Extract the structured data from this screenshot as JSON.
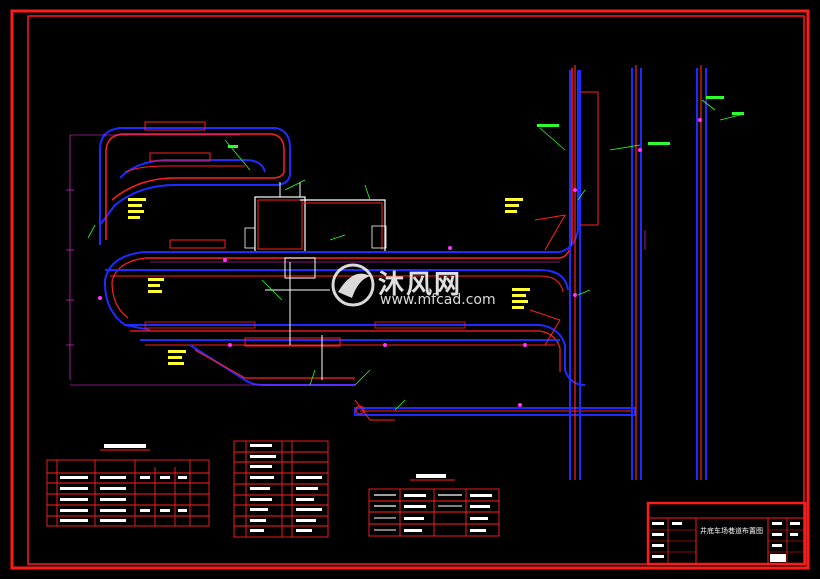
{
  "watermark": {
    "brand_cn": "沐风网",
    "url": "www.mfcad.com"
  },
  "sheet": {
    "title_block_caption": "井底车场巷道布置图"
  },
  "colors": {
    "frame": "#ff1a1a",
    "roadway_blue": "#1e2bff",
    "centerline_red": "#ff2020",
    "label_green": "#2cff2c",
    "annotation_yellow": "#ffff33",
    "dimension_magenta": "#ff33ff",
    "table_line": "#ff2020"
  },
  "tables": {
    "quantity_table_rows": 5,
    "legend_table_rows": 9,
    "symbol_table_rows": 4
  }
}
